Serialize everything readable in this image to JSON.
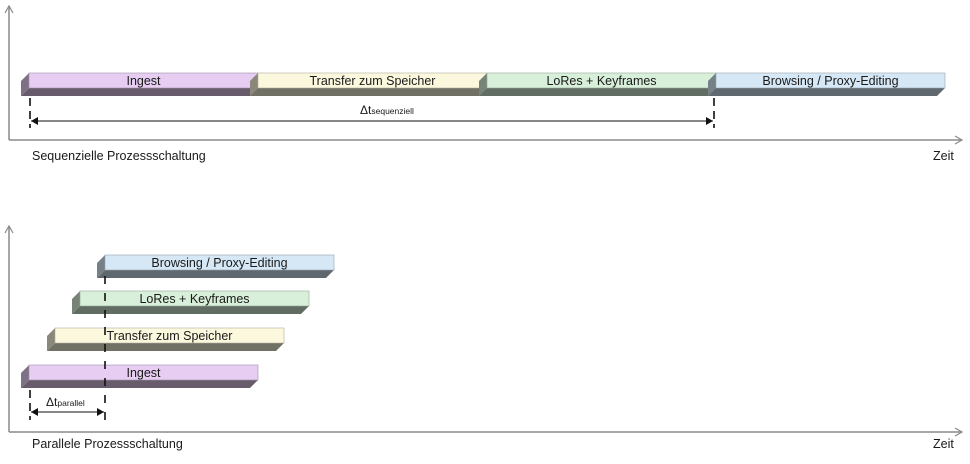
{
  "colors": {
    "ingest": "#e6cdf1",
    "transfer": "#fbf8de",
    "lores": "#d8efd9",
    "browsing": "#d6e8f6",
    "axis": "#8a8a8a",
    "text": "#1a1a1a"
  },
  "sequential": {
    "caption": "Sequenzielle Prozessschaltung",
    "axis_label": "Zeit",
    "delta_symbol": "Δt",
    "delta_sub": "sequenziell",
    "bars": [
      {
        "label": "Ingest",
        "color_key": "ingest"
      },
      {
        "label": "Transfer zum Speicher",
        "color_key": "transfer"
      },
      {
        "label": "LoRes + Keyframes",
        "color_key": "lores"
      },
      {
        "label": "Browsing / Proxy-Editing",
        "color_key": "browsing"
      }
    ]
  },
  "parallel": {
    "caption": "Parallele Prozessschaltung",
    "axis_label": "Zeit",
    "delta_symbol": "Δt",
    "delta_sub": "parallel",
    "bars": [
      {
        "label": "Browsing / Proxy-Editing",
        "color_key": "browsing"
      },
      {
        "label": "LoRes + Keyframes",
        "color_key": "lores"
      },
      {
        "label": "Transfer zum Speicher",
        "color_key": "transfer"
      },
      {
        "label": "Ingest",
        "color_key": "ingest"
      }
    ]
  }
}
